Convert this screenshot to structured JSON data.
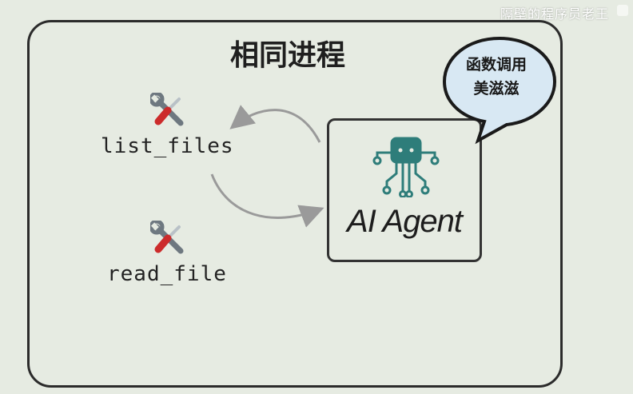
{
  "watermark": "隔壁的程序员老王",
  "process": {
    "title": "相同进程"
  },
  "tools": [
    {
      "label": "list_files",
      "icon": "tools-icon"
    },
    {
      "label": "read_file",
      "icon": "tools-icon"
    }
  ],
  "agent": {
    "label": "AI Agent",
    "icon": "robot-icon"
  },
  "bubble": {
    "line1": "函数调用",
    "line2": "美滋滋"
  },
  "colors": {
    "agent_icon": "#2e7d7a",
    "wrench": "#6e7880",
    "screwdriver_handle": "#cc2b2b",
    "bubble_fill": "#d8e8f3",
    "arrow": "#9a9a9a"
  }
}
